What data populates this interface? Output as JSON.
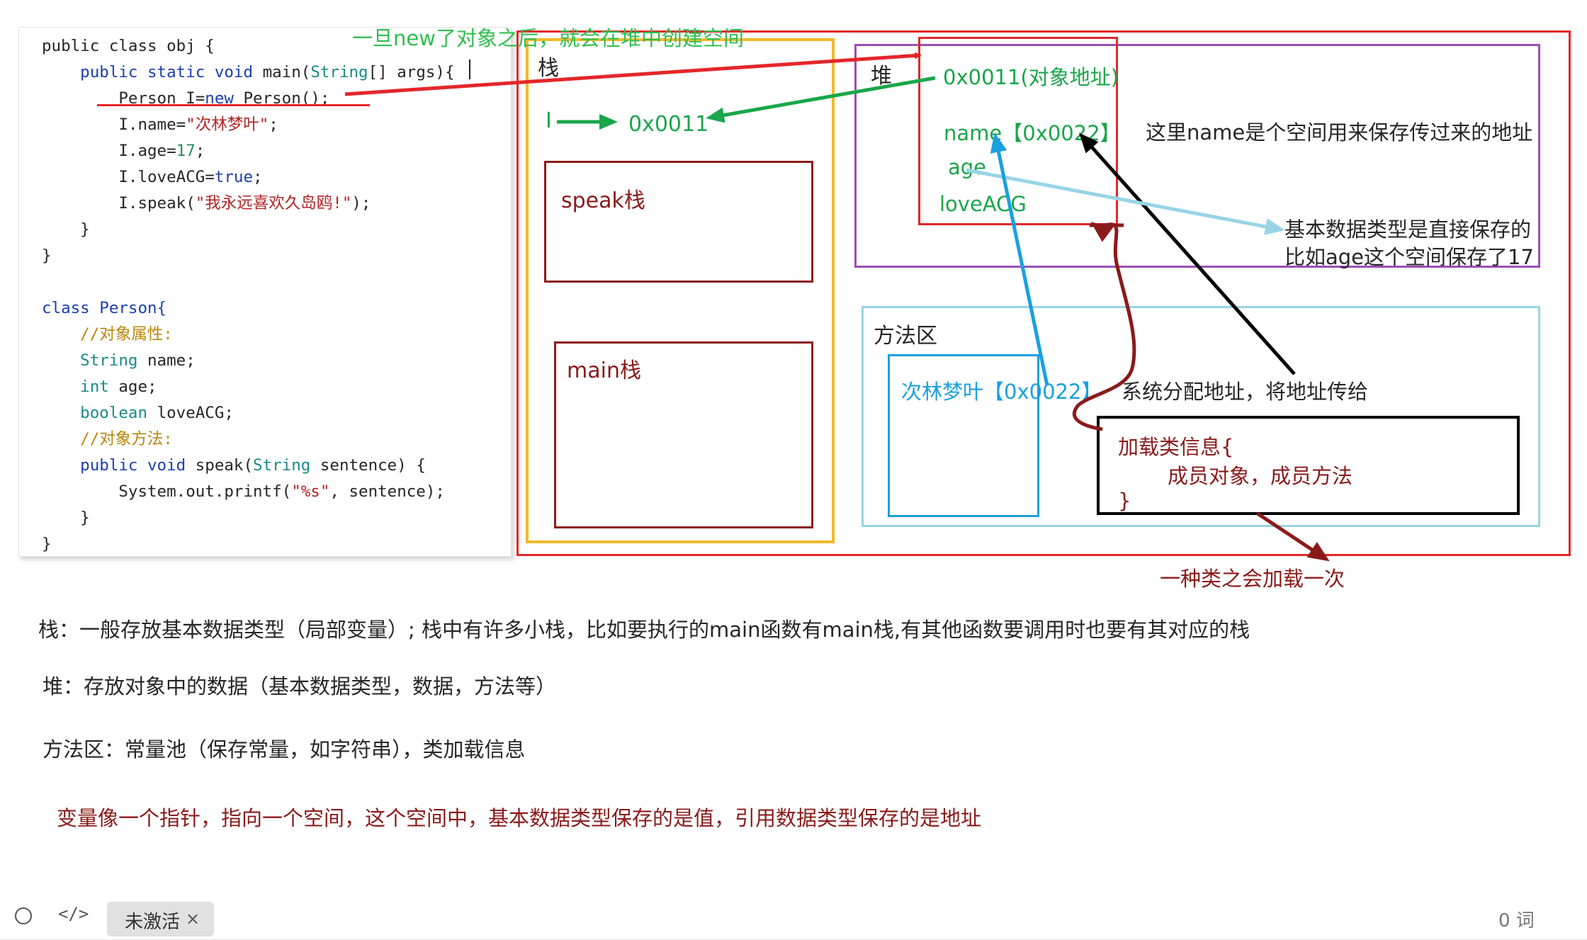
{
  "code": {
    "lines": [
      [
        {
          "t": "public ",
          "c": "tx"
        },
        {
          "t": "class ",
          "c": "tx"
        },
        {
          "t": "obj {",
          "c": "tx"
        }
      ],
      [
        {
          "t": "    public ",
          "c": "kw"
        },
        {
          "t": "static ",
          "c": "kw"
        },
        {
          "t": "void ",
          "c": "kw"
        },
        {
          "t": "main(",
          "c": "tx"
        },
        {
          "t": "String",
          "c": "ty"
        },
        {
          "t": "[] args){",
          "c": "tx"
        }
      ],
      [
        {
          "t": "        Person I=",
          "c": "tx"
        },
        {
          "t": "new",
          "c": "kw"
        },
        {
          "t": " Person();",
          "c": "tx"
        }
      ],
      [
        {
          "t": "        I.name=",
          "c": "tx"
        },
        {
          "t": "\"次林梦叶\"",
          "c": "str"
        },
        {
          "t": ";",
          "c": "tx"
        }
      ],
      [
        {
          "t": "        I.age=",
          "c": "tx"
        },
        {
          "t": "17",
          "c": "num"
        },
        {
          "t": ";",
          "c": "tx"
        }
      ],
      [
        {
          "t": "        I.loveACG=",
          "c": "tx"
        },
        {
          "t": "true",
          "c": "kw"
        },
        {
          "t": ";",
          "c": "tx"
        }
      ],
      [
        {
          "t": "        I.speak(",
          "c": "tx"
        },
        {
          "t": "\"我永远喜欢久岛鸥!\"",
          "c": "str"
        },
        {
          "t": ");",
          "c": "tx"
        }
      ],
      [
        {
          "t": "    }",
          "c": "tx"
        }
      ],
      [
        {
          "t": "}",
          "c": "tx"
        }
      ],
      [
        {
          "t": "",
          "c": "tx"
        }
      ],
      [
        {
          "t": "class ",
          "c": "kw"
        },
        {
          "t": "Person{",
          "c": "kw"
        }
      ],
      [
        {
          "t": "    //对象属性:",
          "c": "cm"
        }
      ],
      [
        {
          "t": "    String ",
          "c": "ty"
        },
        {
          "t": "name;",
          "c": "tx"
        }
      ],
      [
        {
          "t": "    int ",
          "c": "ty"
        },
        {
          "t": "age;",
          "c": "tx"
        }
      ],
      [
        {
          "t": "    boolean ",
          "c": "ty"
        },
        {
          "t": "loveACG;",
          "c": "tx"
        }
      ],
      [
        {
          "t": "    //对象方法:",
          "c": "cm"
        }
      ],
      [
        {
          "t": "    public ",
          "c": "kw"
        },
        {
          "t": "void ",
          "c": "kw"
        },
        {
          "t": "speak(",
          "c": "tx"
        },
        {
          "t": "String ",
          "c": "ty"
        },
        {
          "t": "sentence) {",
          "c": "tx"
        }
      ],
      [
        {
          "t": "        System.out.printf(",
          "c": "tx"
        },
        {
          "t": "\"%s\"",
          "c": "str"
        },
        {
          "t": ", sentence);",
          "c": "tx"
        }
      ],
      [
        {
          "t": "    }",
          "c": "tx"
        }
      ],
      [
        {
          "t": "}",
          "c": "tx"
        }
      ]
    ]
  },
  "diagram": {
    "top_note": "一旦new了对象之后，就会在堆中创建空间",
    "stack_label": "栈",
    "stack_var": "I",
    "stack_value": "0x0011",
    "speak_stack": "speak栈",
    "main_stack": "main栈",
    "heap_label": "堆",
    "object_address": "0x0011(对象地址)",
    "field_name": "name【0x0022】",
    "field_age": "age",
    "field_loveacg": "loveACG",
    "name_note": "这里name是个空间用来保存传过来的地址",
    "basic_note_line1": "基本数据类型是直接保存的",
    "basic_note_line2": "比如age这个空间保存了17",
    "method_area_label": "方法区",
    "constant_value": "次林梦叶【0x0022】",
    "assign_note": "系统分配地址，将地址传给",
    "class_info_line1": "加载类信息{",
    "class_info_line2": "成员对象，成员方法",
    "class_info_line3": "}",
    "load_once_note": "一种类之会加载一次"
  },
  "paragraphs": {
    "stack": "栈：一般存放基本数据类型（局部变量）; 栈中有许多小栈，比如要执行的main函数有main栈,有其他函数要调用时也要有其对应的栈",
    "heap": "堆：存放对象中的数据（基本数据类型，数据，方法等）",
    "method": "方法区：常量池（保存常量，如字符串），类加载信息",
    "summary": "变量像一个指针，指向一个空间，这个空间中，基本数据类型保存的是值，引用数据类型保存的是地址"
  },
  "status_bar": {
    "tag_label": "未激活",
    "tag_close": "×",
    "word_count": "0 词"
  },
  "colors": {
    "red": "#e4262a",
    "green": "#1aa64a",
    "orange": "#f2b92a",
    "purple": "#9b4fb5",
    "dark_red": "#8b1a1a",
    "light_blue": "#98d4e6",
    "blue": "#1aa0e0",
    "black": "#000000"
  }
}
